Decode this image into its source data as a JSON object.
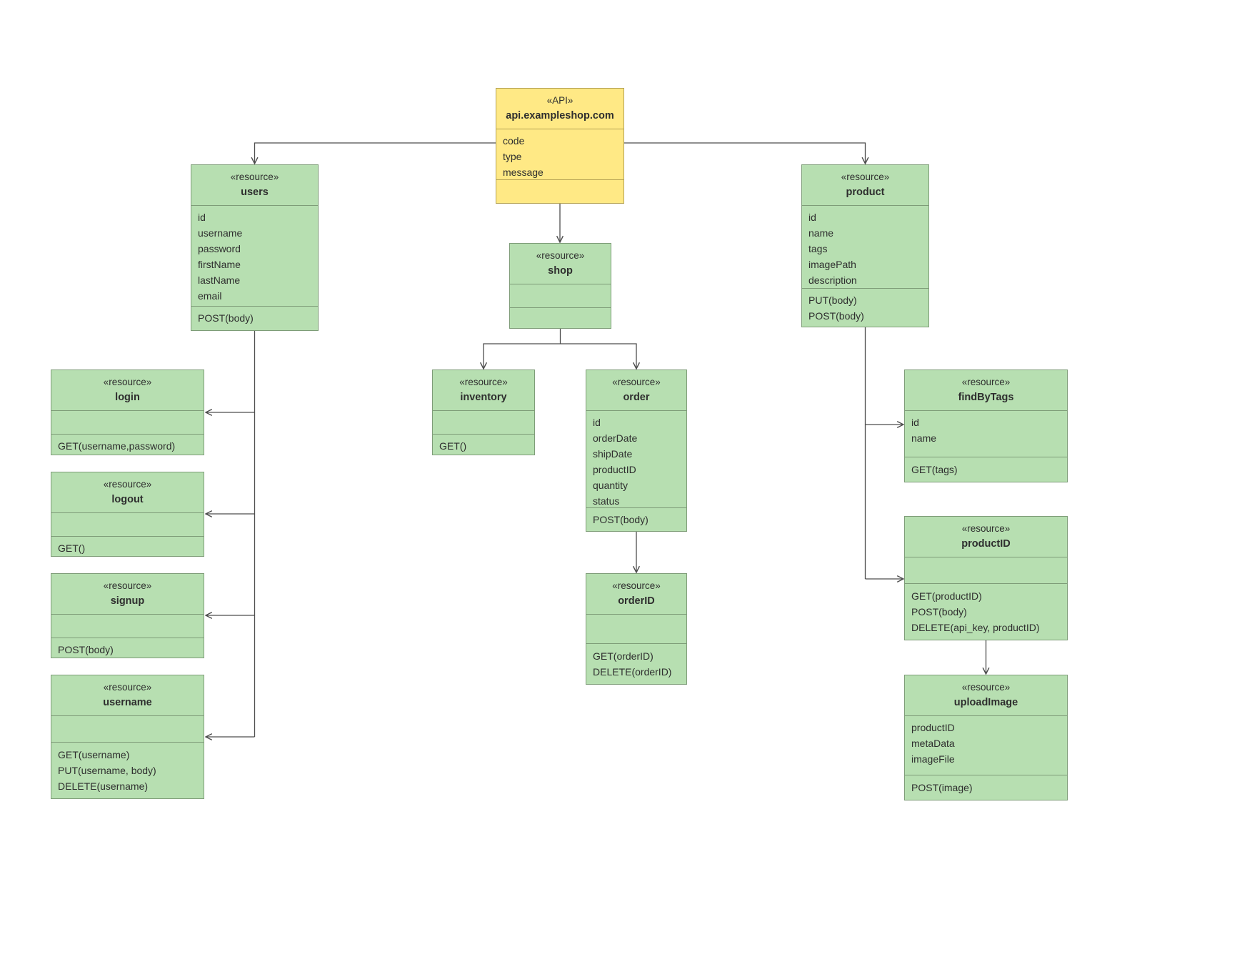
{
  "diagram": {
    "colors": {
      "api_fill": "#ffe985",
      "api_border": "#b4a152",
      "resource_fill": "#b7dfb1",
      "resource_border": "#7e9c78",
      "connector": "#4d4d4d",
      "text": "#2e2e2e"
    },
    "nodes": {
      "api": {
        "stereotype": "«API»",
        "name": "api.exampleshop.com",
        "attributes": [
          "code",
          "type",
          "message"
        ],
        "methods": []
      },
      "users": {
        "stereotype": "«resource»",
        "name": "users",
        "attributes": [
          "id",
          "username",
          "password",
          "firstName",
          "lastName",
          "email"
        ],
        "methods": [
          "POST(body)"
        ]
      },
      "product": {
        "stereotype": "«resource»",
        "name": "product",
        "attributes": [
          "id",
          "name",
          "tags",
          "imagePath",
          "description"
        ],
        "methods": [
          "PUT(body)",
          "POST(body)"
        ]
      },
      "shop": {
        "stereotype": "«resource»",
        "name": "shop",
        "attributes": [],
        "methods": []
      },
      "login": {
        "stereotype": "«resource»",
        "name": "login",
        "attributes": [],
        "methods": [
          "GET(username,password)"
        ]
      },
      "logout": {
        "stereotype": "«resource»",
        "name": "logout",
        "attributes": [],
        "methods": [
          "GET()"
        ]
      },
      "signup": {
        "stereotype": "«resource»",
        "name": "signup",
        "attributes": [],
        "methods": [
          "POST(body)"
        ]
      },
      "username": {
        "stereotype": "«resource»",
        "name": "username",
        "attributes": [],
        "methods": [
          "GET(username)",
          "PUT(username, body)",
          "DELETE(username)"
        ]
      },
      "inventory": {
        "stereotype": "«resource»",
        "name": "inventory",
        "attributes": [],
        "methods": [
          "GET()"
        ]
      },
      "order": {
        "stereotype": "«resource»",
        "name": "order",
        "attributes": [
          "id",
          "orderDate",
          "shipDate",
          "productID",
          "quantity",
          "status"
        ],
        "methods": [
          "POST(body)"
        ]
      },
      "orderID": {
        "stereotype": "«resource»",
        "name": "orderID",
        "attributes": [],
        "methods": [
          "GET(orderID)",
          "DELETE(orderID)"
        ]
      },
      "findByTags": {
        "stereotype": "«resource»",
        "name": "findByTags",
        "attributes": [
          "id",
          "name"
        ],
        "methods": [
          "GET(tags)"
        ]
      },
      "productID": {
        "stereotype": "«resource»",
        "name": "productID",
        "attributes": [],
        "methods": [
          "GET(productID)",
          "POST(body)",
          "DELETE(api_key, productID)"
        ]
      },
      "uploadImage": {
        "stereotype": "«resource»",
        "name": "uploadImage",
        "attributes": [
          "productID",
          "metaData",
          "imageFile"
        ],
        "methods": [
          "POST(image)"
        ]
      }
    }
  }
}
